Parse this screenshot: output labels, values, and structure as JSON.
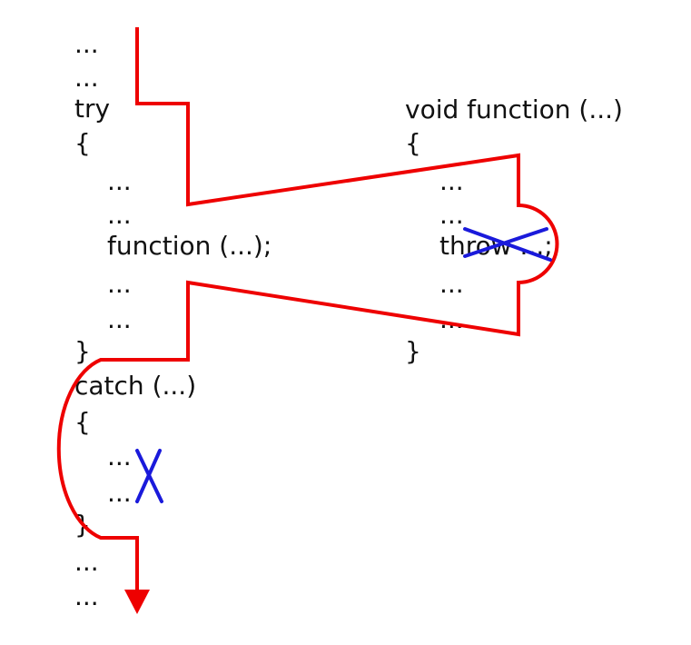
{
  "left_code": [
    "...",
    "...",
    "try",
    "{",
    "...",
    "...",
    "function (...);",
    "...",
    "...",
    "}",
    "catch (...)",
    "{",
    "...",
    "...",
    "}",
    "...",
    "..."
  ],
  "right_code": [
    "void function (...)",
    "{",
    "...",
    "...",
    "throw ...;",
    "...",
    "...",
    "}"
  ],
  "colors": {
    "flow": "#ee0000",
    "cross": "#1a1adb",
    "text": "#111111"
  }
}
